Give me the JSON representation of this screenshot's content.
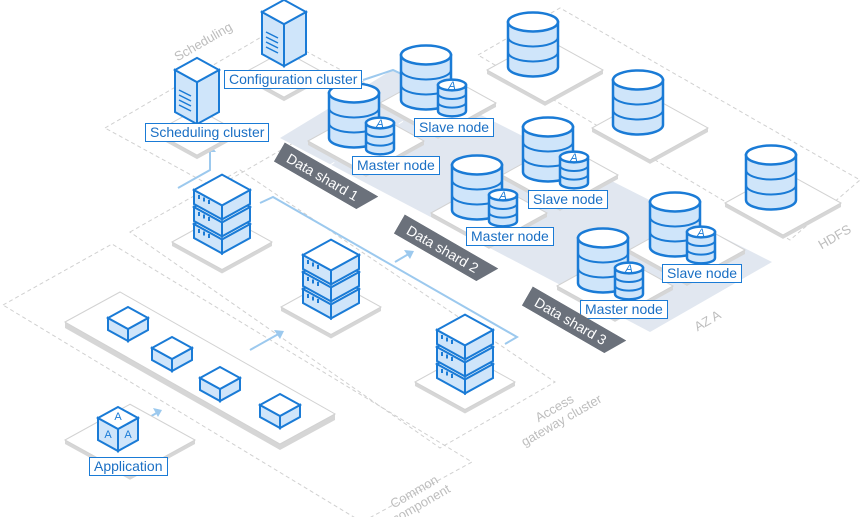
{
  "zones": {
    "scheduling": "Scheduling",
    "az": "AZ A",
    "hdfs": "HDFS",
    "access_line1": "Access",
    "access_line2": "gateway cluster",
    "common_line1": "Common",
    "common_line2": "component"
  },
  "labels": {
    "configuration_cluster": "Configuration cluster",
    "scheduling_cluster": "Scheduling cluster",
    "application": "Application"
  },
  "shards": [
    {
      "name": "Data shard 1",
      "master": "Master node",
      "slave": "Slave node"
    },
    {
      "name": "Data shard 2",
      "master": "Master node",
      "slave": "Slave node"
    },
    {
      "name": "Data shard 3",
      "master": "Master node",
      "slave": "Slave node"
    }
  ],
  "icon_glyph": "A",
  "colors": {
    "accent": "#1a7bd6",
    "fill": "#cfe5fa",
    "shard_label": "#6b717b",
    "band": "#e1e7f0",
    "connector": "#9cc9ee"
  }
}
